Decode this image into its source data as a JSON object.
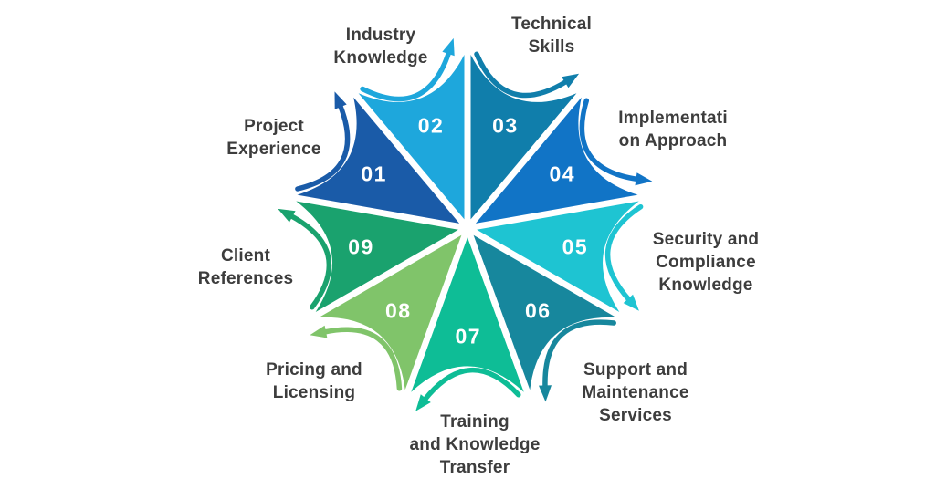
{
  "diagram": {
    "background": "#ffffff",
    "text_color": "#3d3d3d",
    "number_color": "#ffffff",
    "segments": [
      {
        "number": "01",
        "label": "Project\nExperience",
        "color": "#1a5ba8"
      },
      {
        "number": "02",
        "label": "Industry\nKnowledge",
        "color": "#1ea7dc"
      },
      {
        "number": "03",
        "label": "Technical\nSkills",
        "color": "#107eab"
      },
      {
        "number": "04",
        "label": "Implementati\non Approach",
        "color": "#1174c6"
      },
      {
        "number": "05",
        "label": "Security and\nCompliance\nKnowledge",
        "color": "#1ec4d2"
      },
      {
        "number": "06",
        "label": "Support and\nMaintenance\nServices",
        "color": "#17879d"
      },
      {
        "number": "07",
        "label": "Training\nand Knowledge\nTransfer",
        "color": "#0ebd96"
      },
      {
        "number": "08",
        "label": "Pricing and\nLicensing",
        "color": "#80c46a"
      },
      {
        "number": "09",
        "label": "Client\nReferences",
        "color": "#1aa26e"
      }
    ]
  }
}
